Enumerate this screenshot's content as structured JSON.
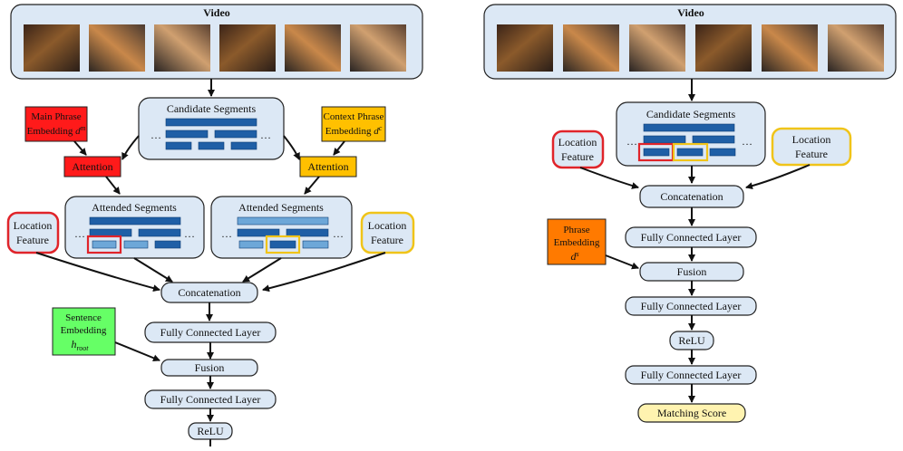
{
  "left": {
    "video_title": "Video",
    "candidate_segments": "Candidate Segments",
    "ellipsis": "…",
    "main_phrase": [
      "Main Phrase",
      "Embedding "
    ],
    "main_phrase_symbol": "d",
    "main_phrase_sup": "m",
    "context_phrase": [
      "Context Phrase",
      "Embedding "
    ],
    "context_phrase_symbol": "d",
    "context_phrase_sup": "c",
    "attention_left": "Attention",
    "attention_right": "Attention",
    "attended_segments_left": "Attended Segments",
    "attended_segments_right": "Attended Segments",
    "location_feature_left": [
      "Location",
      "Feature"
    ],
    "location_feature_right": [
      "Location",
      "Feature"
    ],
    "concatenation": "Concatenation",
    "sentence_embedding": [
      "Sentence",
      "Embedding"
    ],
    "sentence_symbol": "h",
    "sentence_sub": "root",
    "fc1": "Fully Connected Layer",
    "fusion": "Fusion",
    "fc2": "Fully Connected Layer",
    "relu": "ReLU"
  },
  "right": {
    "video_title": "Video",
    "candidate_segments": "Candidate Segments",
    "ellipsis": "…",
    "location_feature_left": [
      "Location",
      "Feature"
    ],
    "location_feature_right": [
      "Location",
      "Feature"
    ],
    "concatenation": "Concatenation",
    "phrase_embedding": [
      "Phrase",
      "Embedding"
    ],
    "phrase_symbol": "d",
    "phrase_sup": "s",
    "fc1": "Fully Connected Layer",
    "fusion": "Fusion",
    "fc2": "Fully Connected Layer",
    "relu": "ReLU",
    "fc3": "Fully Connected Layer",
    "matching_score": "Matching Score"
  },
  "colors": {
    "panel_fill": "#dce8f5",
    "node_fill": "#e6eef8",
    "segment_dark": "#1f5fa6",
    "segment_light": "#6da7d8",
    "main_phrase": "#ff1a1a",
    "context_phrase": "#ffc000",
    "attention_left": "#ff1a1a",
    "attention_right": "#ffc000",
    "highlight_red": "#e0242a",
    "highlight_yellow": "#f0c419",
    "sentence": "#66ff66",
    "phrase": "#ff7a00",
    "matching": "#fff3b0"
  }
}
